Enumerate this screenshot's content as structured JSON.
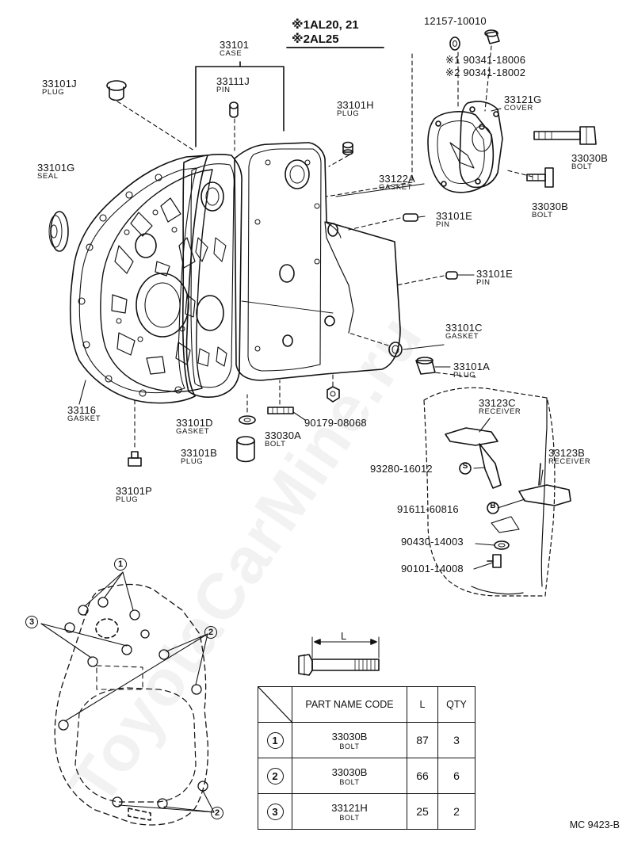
{
  "header_notes": [
    {
      "mark": "※1",
      "text": "AL20, 21"
    },
    {
      "mark": "※2",
      "text": "AL25"
    }
  ],
  "callouts": {
    "p33101": {
      "code": "33101",
      "desc": "CASE"
    },
    "p33101j": {
      "code": "33101J",
      "desc": "PLUG"
    },
    "p33111j": {
      "code": "33111J",
      "desc": "PIN"
    },
    "p33101h": {
      "code": "33101H",
      "desc": "PLUG"
    },
    "p33101g": {
      "code": "33101G",
      "desc": "SEAL"
    },
    "p12157": {
      "code": "12157-10010",
      "desc": ""
    },
    "p90341a": {
      "code": "※1 90341-18006",
      "desc": ""
    },
    "p90341b": {
      "code": "※2 90341-18002",
      "desc": ""
    },
    "p33121g": {
      "code": "33121G",
      "desc": "COVER"
    },
    "p33030b1": {
      "code": "33030B",
      "desc": "BOLT"
    },
    "p33122a": {
      "code": "33122A",
      "desc": "GASKET"
    },
    "p33030b2": {
      "code": "33030B",
      "desc": "BOLT"
    },
    "p33101e1": {
      "code": "33101E",
      "desc": "PIN"
    },
    "p33101e2": {
      "code": "33101E",
      "desc": "PIN"
    },
    "p33101c": {
      "code": "33101C",
      "desc": "GASKET"
    },
    "p33101a": {
      "code": "33101A",
      "desc": "PLUG"
    },
    "p33116": {
      "code": "33116",
      "desc": "GASKET"
    },
    "p33101d": {
      "code": "33101D",
      "desc": "GASKET"
    },
    "p90179": {
      "code": "90179-08068",
      "desc": ""
    },
    "p33030a": {
      "code": "33030A",
      "desc": "BOLT"
    },
    "p33101b": {
      "code": "33101B",
      "desc": "PLUG"
    },
    "p33101p": {
      "code": "33101P",
      "desc": "PLUG"
    },
    "p33123c": {
      "code": "33123C",
      "desc": "RECEIVER"
    },
    "p33123b": {
      "code": "33123B",
      "desc": "RECEIVER"
    },
    "p93280": {
      "code": "93280-16012",
      "desc": ""
    },
    "p91611": {
      "code": "91611-60816",
      "desc": ""
    },
    "p90430": {
      "code": "90430-14003",
      "desc": ""
    },
    "p90101": {
      "code": "90101-14008",
      "desc": ""
    }
  },
  "markers": {
    "s": "S",
    "b": "B"
  },
  "bolt_callouts": {
    "one": "1",
    "two": "2",
    "three": "3"
  },
  "bolt_dimension_label": "L",
  "table": {
    "headers": {
      "code": "PART NAME CODE",
      "length": "L",
      "qty": "QTY"
    },
    "rows": [
      {
        "index": "1",
        "code": "33030B",
        "desc": "BOLT",
        "length": "87",
        "qty": "3"
      },
      {
        "index": "2",
        "code": "33030B",
        "desc": "BOLT",
        "length": "66",
        "qty": "6"
      },
      {
        "index": "3",
        "code": "33121H",
        "desc": "BOLT",
        "length": "25",
        "qty": "2"
      }
    ]
  },
  "watermark": "ToyotaCarMine.ru",
  "ref_code": "MC 9423-B"
}
